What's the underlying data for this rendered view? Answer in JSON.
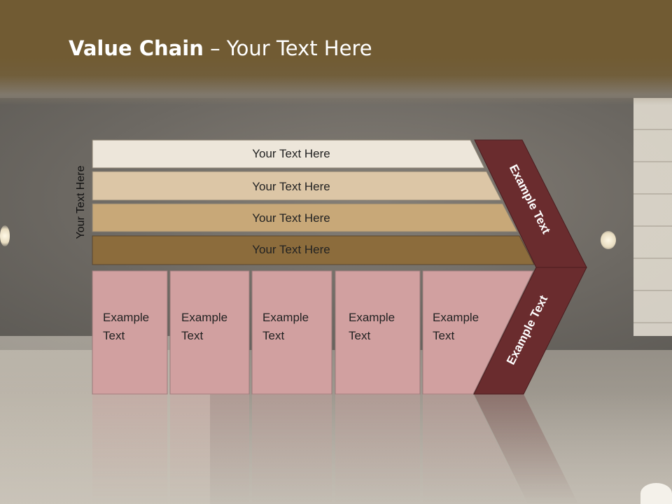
{
  "title": {
    "bold": "Value Chain",
    "rest": " – Your Text Here"
  },
  "side_label": "Your Text Here",
  "rows": [
    {
      "label": "Your Text Here",
      "color": "#ede6da"
    },
    {
      "label": "Your Text Here",
      "color": "#dcc6a6"
    },
    {
      "label": "Your Text Here",
      "color": "#c8a878"
    },
    {
      "label": "Your Text Here",
      "color": "#8c6c3c"
    }
  ],
  "boxes": [
    {
      "line1": "Example",
      "line2": "Text"
    },
    {
      "line1": "Example",
      "line2": "Text"
    },
    {
      "line1": "Example",
      "line2": "Text"
    },
    {
      "line1": "Example",
      "line2": "Text"
    },
    {
      "line1": "Example",
      "line2": "Text"
    }
  ],
  "box_color": "#d1a0a0",
  "arrow_top_label": "Example Text",
  "arrow_bottom_label": "Example Text",
  "arrow_color": "#6a2c2e"
}
